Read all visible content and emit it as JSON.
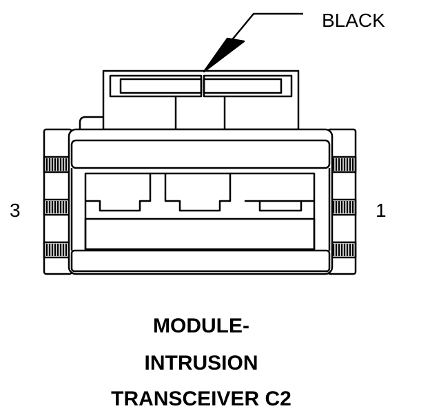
{
  "connector": {
    "color_label": "BLACK",
    "pin_left": "3",
    "pin_right": "1",
    "title_lines": [
      "MODULE-",
      "INTRUSION",
      "TRANSCEIVER C2"
    ]
  },
  "colors": {
    "ink": "#000000",
    "paper": "#ffffff"
  }
}
